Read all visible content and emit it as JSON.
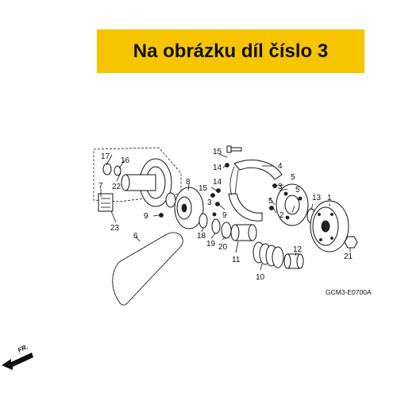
{
  "banner": {
    "text": "Na obrázku díl číslo 3",
    "background_color": "#f7c400"
  },
  "diagram": {
    "code": "GCM3-E0700A",
    "direction_label": "FR.",
    "callouts": [
      "1",
      "2",
      "3",
      "3",
      "4",
      "5",
      "5",
      "6",
      "7",
      "8",
      "9",
      "9",
      "10",
      "11",
      "12",
      "13",
      "14",
      "14",
      "15",
      "15",
      "16",
      "17",
      "18",
      "19",
      "20",
      "21",
      "22",
      "23"
    ]
  }
}
